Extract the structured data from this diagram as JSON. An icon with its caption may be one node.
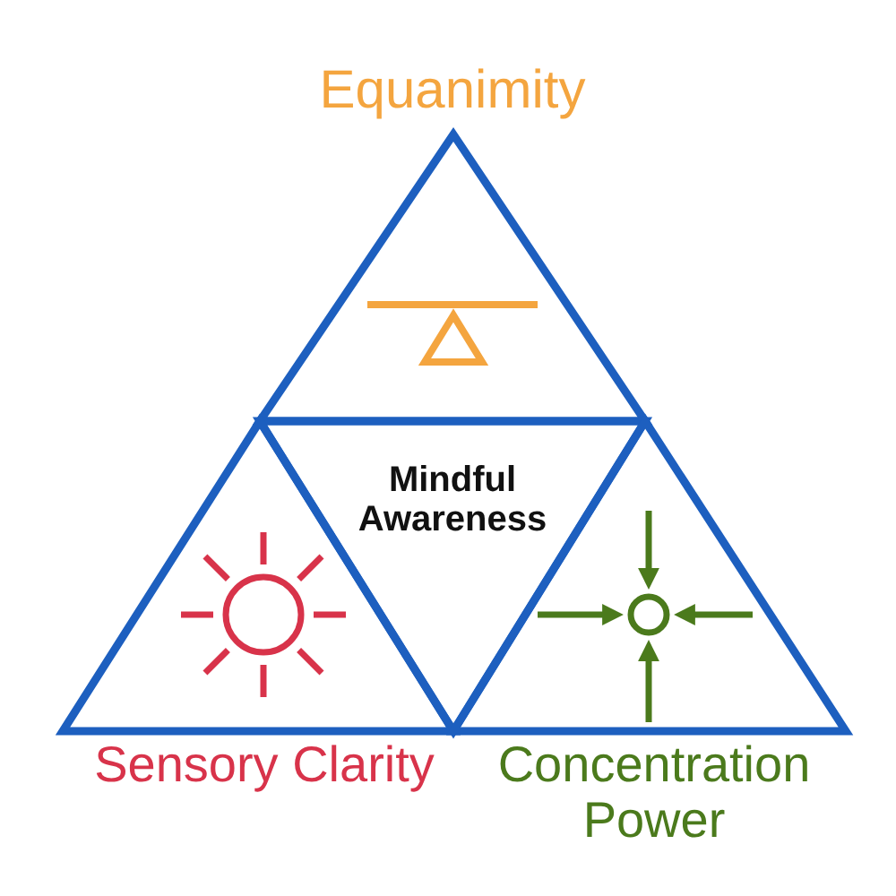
{
  "diagram": {
    "nodes": [
      {
        "text": [
          "Equanimity"
        ]
      },
      {
        "text": [
          "Mindful Awareness"
        ]
      },
      {
        "text": [
          "Sensory Clarity"
        ]
      },
      {
        "text": [
          "Concentration Power"
        ]
      }
    ]
  }
}
